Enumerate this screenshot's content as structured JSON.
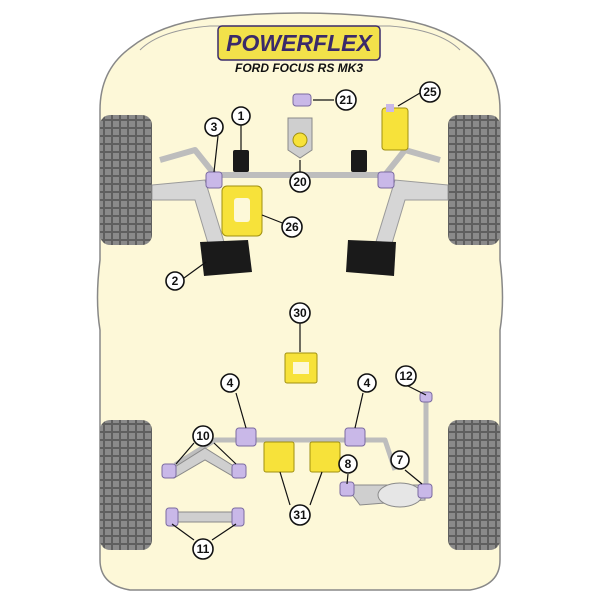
{
  "brand": {
    "logo_text": "POWERFLEX",
    "subtitle": "FORD FOCUS RS MK3"
  },
  "colors": {
    "car_body": "#fdf8d8",
    "car_outline": "#888888",
    "tyre": "#6e6e6e",
    "bush_yellow": "#f7e23a",
    "bush_purple": "#c9b8e8",
    "bush_black": "#1a1a1a",
    "arm_grey": "#cfcfcf",
    "logo_bg": "#f2e14a",
    "logo_text": "#3a2a6a"
  },
  "callouts": [
    {
      "id": "c1",
      "label": "1"
    },
    {
      "id": "c2",
      "label": "2"
    },
    {
      "id": "c3",
      "label": "3"
    },
    {
      "id": "c4a",
      "label": "4"
    },
    {
      "id": "c4b",
      "label": "4"
    },
    {
      "id": "c7",
      "label": "7"
    },
    {
      "id": "c8",
      "label": "8"
    },
    {
      "id": "c10",
      "label": "10"
    },
    {
      "id": "c11",
      "label": "11"
    },
    {
      "id": "c12",
      "label": "12"
    },
    {
      "id": "c20",
      "label": "20"
    },
    {
      "id": "c21",
      "label": "21"
    },
    {
      "id": "c25",
      "label": "25"
    },
    {
      "id": "c26",
      "label": "26"
    },
    {
      "id": "c30",
      "label": "30"
    },
    {
      "id": "c31",
      "label": "31"
    }
  ]
}
